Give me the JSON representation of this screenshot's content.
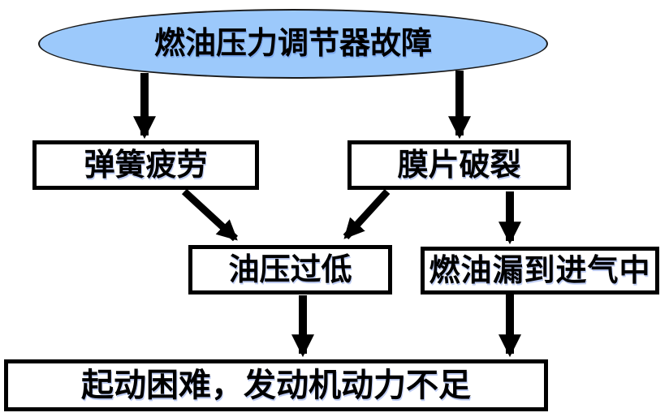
{
  "diagram": {
    "type": "fault-tree-flowchart",
    "title": "燃油压力调节器故障",
    "root": {
      "id": "root",
      "label": "燃油压力调节器故障",
      "shape": "ellipse",
      "fill": "#9CC9FB",
      "border_color": "#000000"
    },
    "nodes": [
      {
        "id": "spring-fatigue",
        "label": "弹簧疲劳",
        "shape": "rect"
      },
      {
        "id": "diaphragm-rupture",
        "label": "膜片破裂",
        "shape": "rect"
      },
      {
        "id": "low-oil-pressure",
        "label": "油压过低",
        "shape": "rect"
      },
      {
        "id": "fuel-leak-intake",
        "label": "燃油漏到进气中",
        "shape": "rect"
      },
      {
        "id": "symptom",
        "label": "起动困难，发动机动力不足",
        "shape": "rect"
      }
    ],
    "edges": [
      {
        "from": "root",
        "to": "spring-fatigue"
      },
      {
        "from": "root",
        "to": "diaphragm-rupture"
      },
      {
        "from": "spring-fatigue",
        "to": "low-oil-pressure"
      },
      {
        "from": "diaphragm-rupture",
        "to": "low-oil-pressure"
      },
      {
        "from": "diaphragm-rupture",
        "to": "fuel-leak-intake"
      },
      {
        "from": "low-oil-pressure",
        "to": "symptom"
      },
      {
        "from": "fuel-leak-intake",
        "to": "symptom"
      }
    ],
    "colors": {
      "background": "#FFFFFF",
      "ellipse_fill": "#9CC9FB",
      "box_fill": "#FFFFFF",
      "border": "#000000",
      "arrow": "#000000",
      "text": "#000000"
    }
  }
}
